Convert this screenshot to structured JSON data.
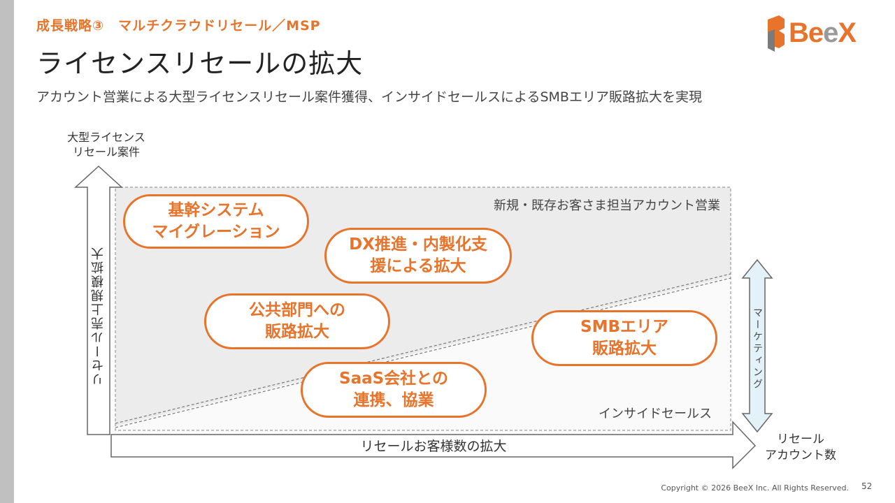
{
  "header": {
    "section_label": "成長戦略③　マルチクラウドリセール／MSP",
    "title": "ライセンスリセールの拡大",
    "subtitle": "アカウント営業による大型ライセンスリセール案件獲得、インサイドセールスによるSMBエリア販路拡大を実現"
  },
  "logo": {
    "text_a": "Be",
    "text_b": "e",
    "text_c": "X"
  },
  "diagram": {
    "y_axis_top": [
      "大型ライセンス",
      "リセール案件"
    ],
    "y_axis_side": "リセール売上規模拡大",
    "x_axis_label": "リセールお客様数の拡大",
    "x_axis_end": [
      "リセール",
      "アカウント数"
    ],
    "region_top_label": "新規・既存お客さま担当アカウント営業",
    "region_bottom_label": "インサイドセールス",
    "marketing_label": "マーケティング",
    "pills": [
      {
        "lines": [
          "基幹システム",
          "マイグレーション"
        ]
      },
      {
        "lines": [
          "DX推進・内製化支",
          "援による拡大"
        ]
      },
      {
        "lines": [
          "公共部門への",
          "販路拡大"
        ]
      },
      {
        "lines": [
          "SMBエリア",
          "販路拡大"
        ]
      },
      {
        "lines": [
          "SaaS会社との",
          "連携、協業"
        ]
      }
    ]
  },
  "footer": {
    "copyright": "Copyright © 2026 BeeX Inc. All Rights Reserved.",
    "page_number": "52"
  },
  "colors": {
    "accent": "#e8732a",
    "region_fill": "#ececec",
    "marketing_fill": "#e3f1f8"
  }
}
